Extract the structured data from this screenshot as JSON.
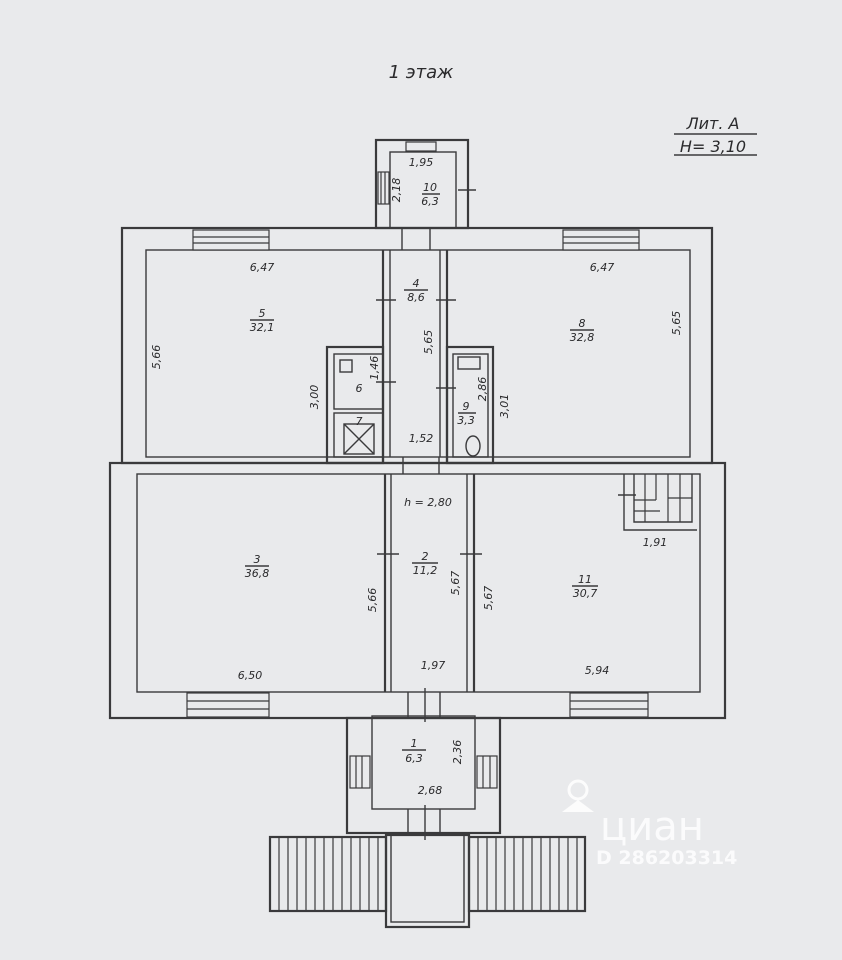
{
  "plan": {
    "floor_title": "1 этаж",
    "lit": "Лит. А",
    "height": "Н= 3,10",
    "height_room2": "h = 2,80",
    "rooms": [
      {
        "id": "1",
        "number": "1",
        "area": "6,3"
      },
      {
        "id": "2",
        "number": "2",
        "area": "11,2"
      },
      {
        "id": "3",
        "number": "3",
        "area": "36,8"
      },
      {
        "id": "4",
        "number": "4",
        "area": "8,6"
      },
      {
        "id": "5",
        "number": "5",
        "area": "32,1"
      },
      {
        "id": "6",
        "number": "6",
        "area": ""
      },
      {
        "id": "7",
        "number": "7",
        "area": ""
      },
      {
        "id": "8",
        "number": "8",
        "area": "32,8"
      },
      {
        "id": "9",
        "number": "9",
        "area": "3,3"
      },
      {
        "id": "10",
        "number": "10",
        "area": "6,3"
      },
      {
        "id": "11",
        "number": "11",
        "area": "30,7"
      }
    ],
    "dimensions": {
      "d195": "1,95",
      "d218": "2,18",
      "d647a": "6,47",
      "d647b": "6,47",
      "d566": "5,66",
      "d565a": "5,65",
      "d565b": "5,65",
      "d146": "1,46",
      "d300": "3,00",
      "d286": "2,86",
      "d301": "3,01",
      "d152": "1,52",
      "d191": "1,91",
      "d566b": "5,66",
      "d567a": "5,67",
      "d567b": "5,67",
      "d650": "6,50",
      "d197": "1,97",
      "d594": "5,94",
      "d236": "2,36",
      "d268": "2,68"
    }
  },
  "watermark": {
    "brand": "циан",
    "id": "D 286203314"
  }
}
